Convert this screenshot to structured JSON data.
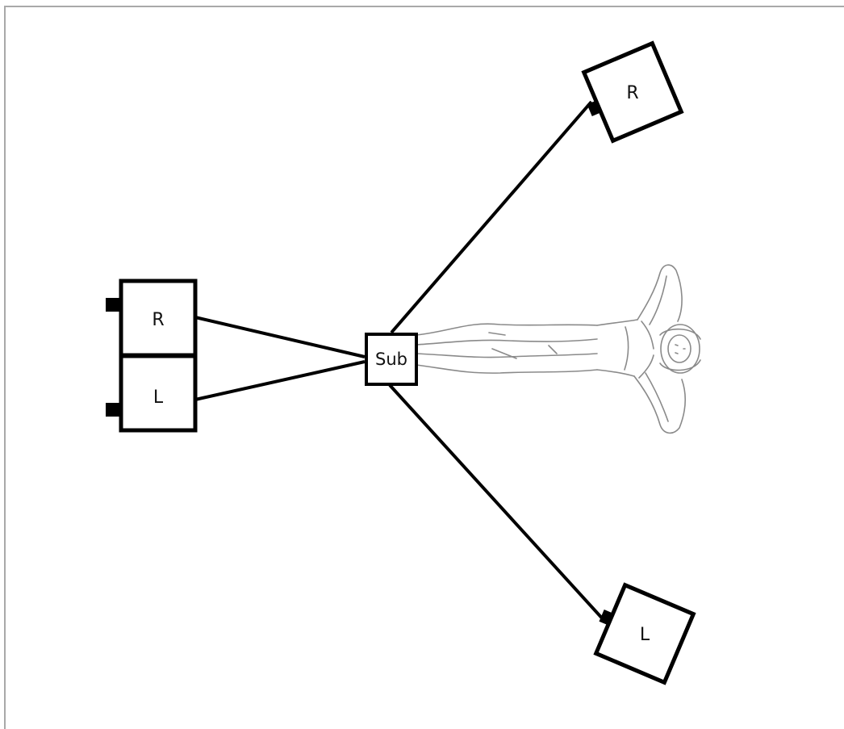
{
  "diagram": {
    "front_speakers": {
      "right_label": "R",
      "left_label": "L"
    },
    "subwoofer": {
      "label": "Sub"
    },
    "rear_right_speaker": {
      "label": "R"
    },
    "rear_left_speaker": {
      "label": "L"
    },
    "colors": {
      "line": "#000000",
      "box_fill": "#ffffff",
      "figure": "#8a8a8a",
      "frame": "#a9a9a9"
    }
  }
}
